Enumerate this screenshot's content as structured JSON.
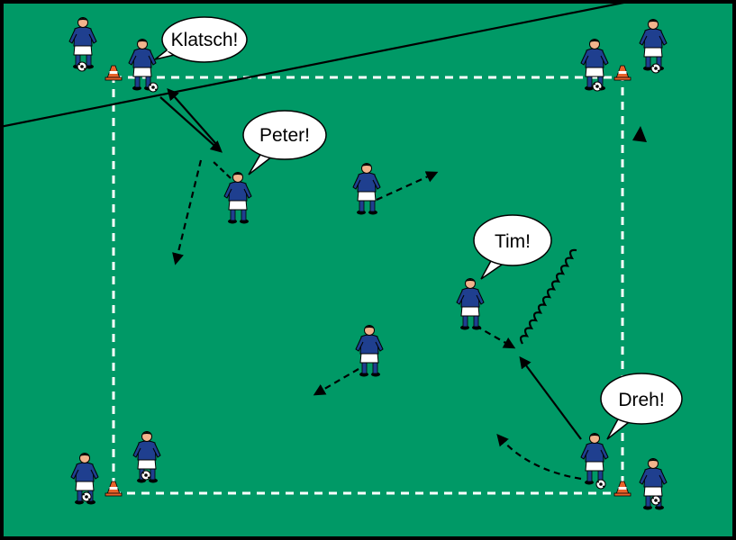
{
  "colors": {
    "field": "#009966",
    "border": "#000000",
    "line": "#ffffff",
    "jersey": "#1f3f8f",
    "shorts": "#ffffff",
    "skin": "#f2b48c",
    "cone": "#e8622a"
  },
  "callouts": {
    "klatsch": "Klatsch!",
    "peter": "Peter!",
    "tim": "Tim!",
    "dreh": "Dreh!"
  },
  "icons": {
    "player": "player-icon",
    "ball": "ball-icon",
    "cone": "cone-icon"
  }
}
